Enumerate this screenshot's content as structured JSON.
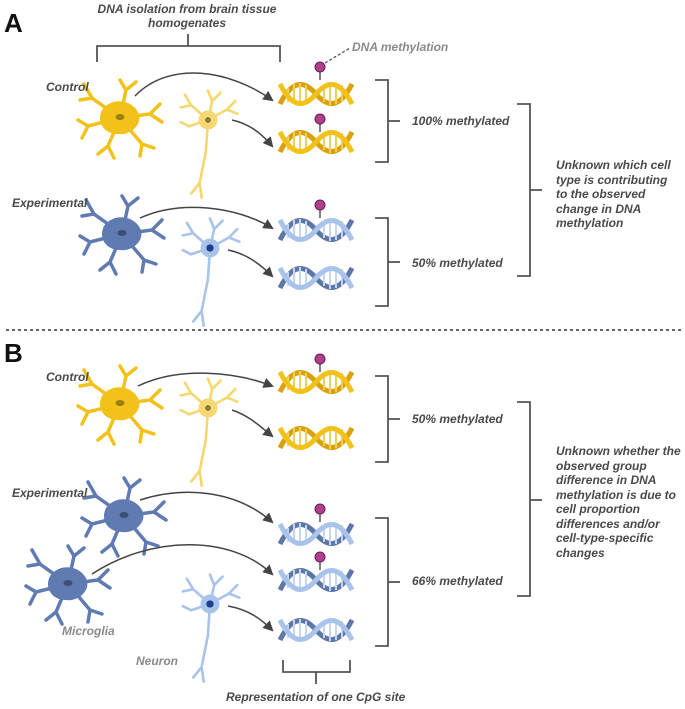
{
  "panel_a": {
    "letter": "A",
    "header": "DNA isolation from brain tissue homogenates",
    "methylation_label": "DNA methylation",
    "group1": "Control",
    "group2": "Experimental",
    "pct1": "100% methylated",
    "pct2": "50% methylated",
    "note": "Unknown which cell type is contributing to the observed change in DNA methylation"
  },
  "panel_b": {
    "letter": "B",
    "group1": "Control",
    "group2": "Experimental",
    "pct1": "50% methylated",
    "pct2": "66% methylated",
    "note": "Unknown whether the observed group difference in DNA methylation is due to cell proportion differences and/or cell-type-specific changes",
    "cell_label_microglia": "Microglia",
    "cell_label_neuron": "Neuron",
    "cpg_label": "Representation of one CpG site"
  },
  "colors": {
    "control_cell": "#f2c21b",
    "control_dna": "#e9b00c",
    "experimental_cell": "#5f7bb2",
    "experimental_dna": "#a9c4ea",
    "methyl_mark": "#b0408e",
    "bracket": "#555555"
  }
}
